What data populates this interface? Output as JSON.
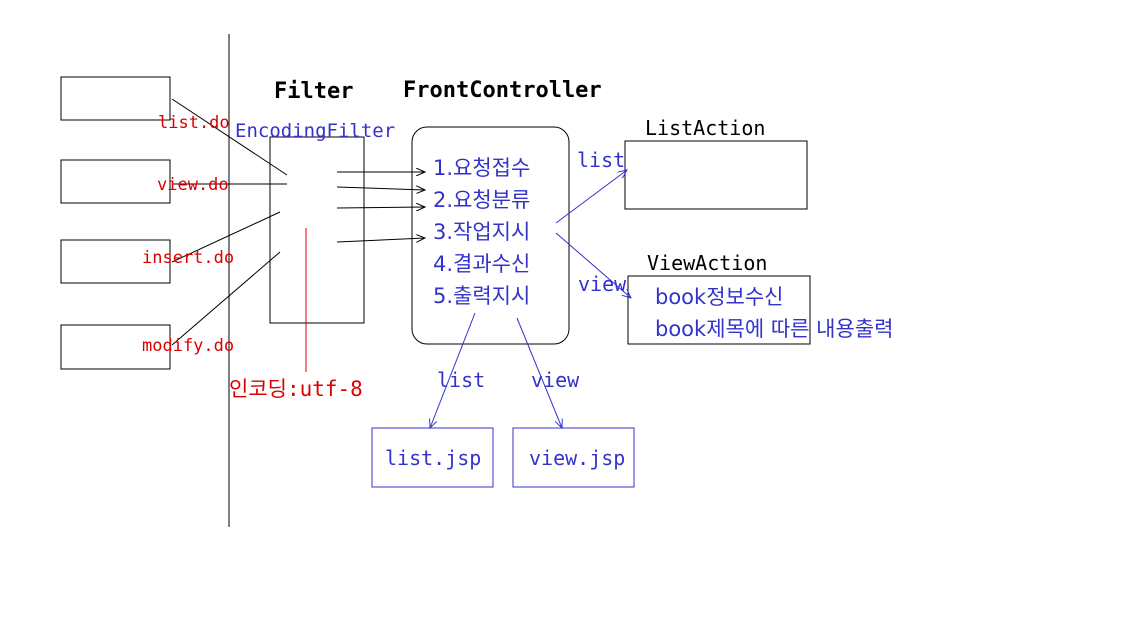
{
  "colors": {
    "black": "#000000",
    "blue": "#3333cc",
    "red": "#dd0000"
  },
  "headings": {
    "filter": "Filter",
    "front_controller": "FrontController",
    "list_action": "ListAction",
    "view_action": "ViewAction"
  },
  "encoding_filter": {
    "label": "EncodingFilter",
    "encoding_note": "인코딩:utf-8"
  },
  "requests": [
    "list.do",
    "view.do",
    "insert.do",
    "modify.do"
  ],
  "front_controller_steps": [
    "1.요청접수",
    "2.요청분류",
    "3.작업지시",
    "4.결과수신",
    "5.출력지시"
  ],
  "edge_labels": {
    "to_list_action": "list",
    "to_view_action": "view",
    "to_list_jsp": "list",
    "to_view_jsp": "view"
  },
  "view_action_contents": [
    "book정보수신",
    "book제목에 따른 내용출력"
  ],
  "jsp_pages": {
    "list": "list.jsp",
    "view": "view.jsp"
  }
}
